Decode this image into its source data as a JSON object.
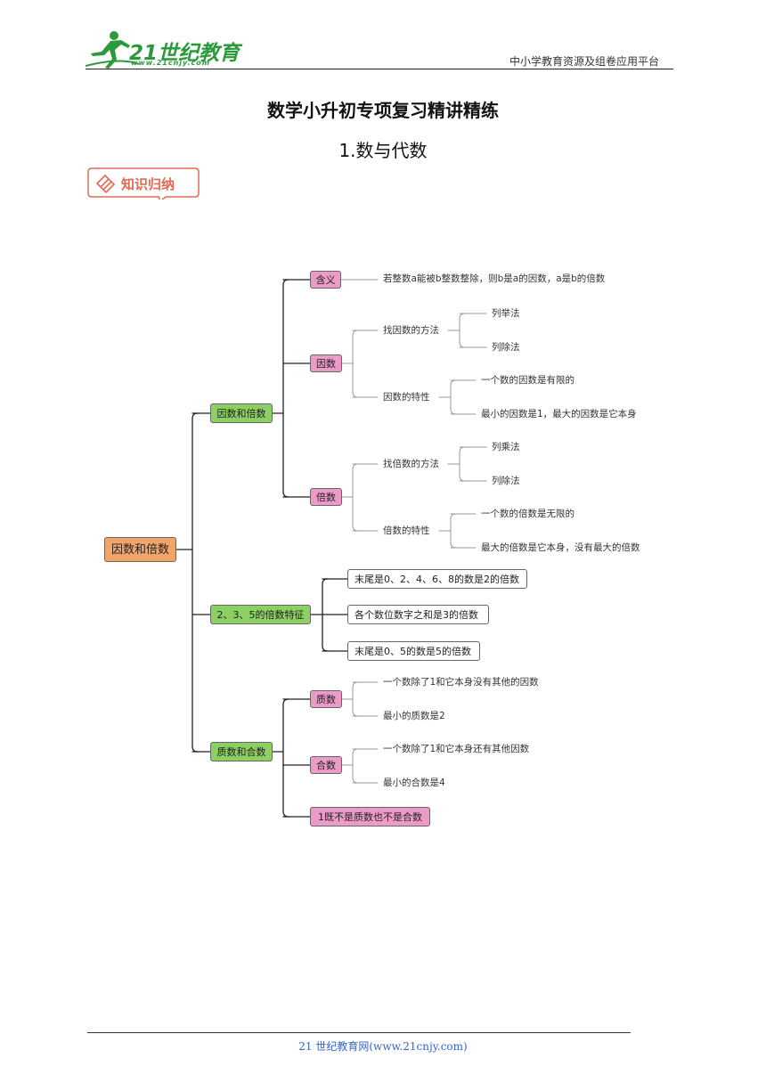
{
  "header": {
    "logo_text": "21世纪教育",
    "logo_url": "www.21cnjy.com",
    "right_text": "中小学教育资源及组卷应用平台"
  },
  "title": {
    "main": "数学小升初专项复习精讲精练",
    "sub": "1.数与代数"
  },
  "badge": {
    "label": "知识归纳",
    "icon": "book-pencil-icon"
  },
  "mindmap": {
    "root": "因数和倍数",
    "branches": {
      "factors_multiples": {
        "label": "因数和倍数",
        "meaning": {
          "label": "含义",
          "text": "若整数a能被b整数整除，则b是a的因数，a是b的倍数"
        },
        "factor": {
          "label": "因数",
          "method": {
            "label": "找因数的方法",
            "items": [
              "列举法",
              "列除法"
            ]
          },
          "traits": {
            "label": "因数的特性",
            "items": [
              "一个数的因数是有限的",
              "最小的因数是1，最大的因数是它本身"
            ]
          }
        },
        "multiple": {
          "label": "倍数",
          "method": {
            "label": "找倍数的方法",
            "items": [
              "列乘法",
              "列除法"
            ]
          },
          "traits": {
            "label": "倍数的特性",
            "items": [
              "一个数的倍数是无限的",
              "最大的倍数是它本身，没有最大的倍数"
            ]
          }
        }
      },
      "divisibility": {
        "label": "2、3、5的倍数特征",
        "items": [
          "末尾是0、2、4、6、8的数是2的倍数",
          "各个数位数字之和是3的倍数",
          "末尾是0、5的数是5的倍数"
        ]
      },
      "prime_composite": {
        "label": "质数和合数",
        "prime": {
          "label": "质数",
          "items": [
            "一个数除了1和它本身没有其他的因数",
            "最小的质数是2"
          ]
        },
        "composite": {
          "label": "合数",
          "items": [
            "一个数除了1和它本身还有其他因数",
            "最小的合数是4"
          ]
        },
        "note": "1既不是质数也不是合数"
      }
    }
  },
  "colors": {
    "root": "#f2a56b",
    "level1": "#8ccf63",
    "level2": "#ec9ac8",
    "badge": "#e16a53",
    "logo": "#2b9a3c",
    "footer": "#3366cc"
  },
  "footer": {
    "text": "21 世纪教育网(www.21cnjy.com)"
  }
}
